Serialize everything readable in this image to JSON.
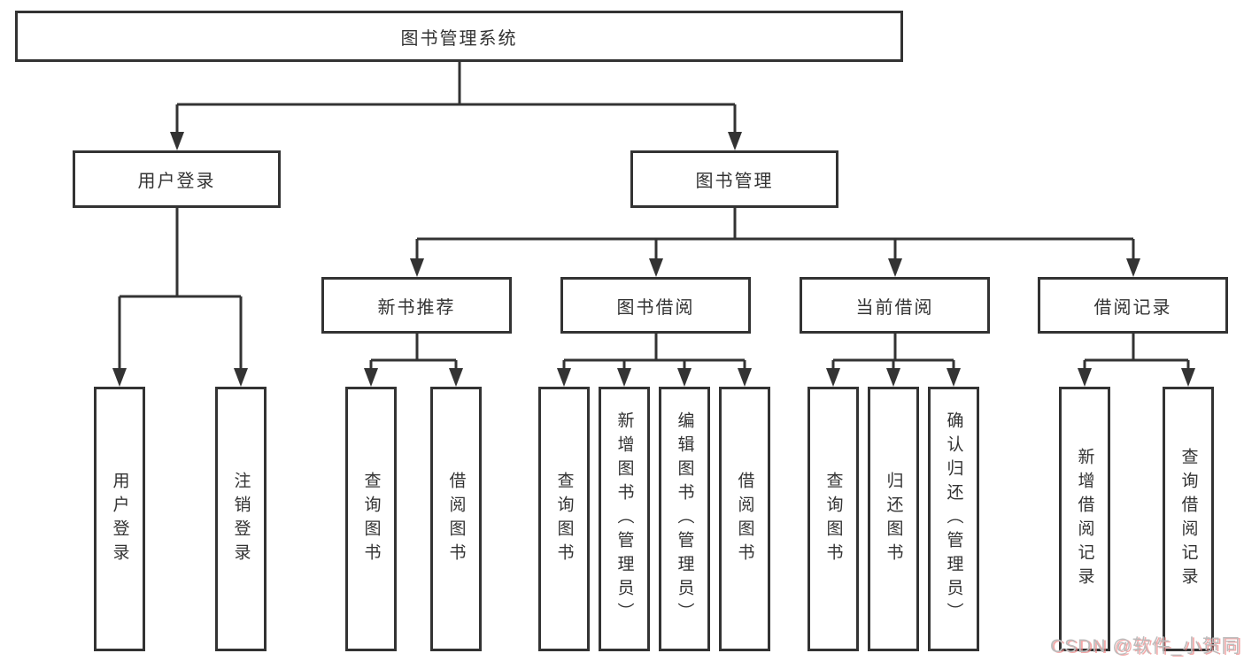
{
  "diagram": {
    "type": "tree-diagram",
    "title": "图书管理系统",
    "level2": [
      {
        "label": "用户登录"
      },
      {
        "label": "图书管理"
      }
    ],
    "level3": [
      {
        "label": "新书推荐",
        "parent": "图书管理"
      },
      {
        "label": "图书借阅",
        "parent": "图书管理"
      },
      {
        "label": "当前借阅",
        "parent": "图书管理"
      },
      {
        "label": "借阅记录",
        "parent": "图书管理"
      }
    ],
    "leaves": [
      {
        "label": "用户登录",
        "parent": "用户登录"
      },
      {
        "label": "注销登录",
        "parent": "用户登录"
      },
      {
        "label": "查询图书",
        "parent": "新书推荐"
      },
      {
        "label": "借阅图书",
        "parent": "新书推荐"
      },
      {
        "label": "查询图书",
        "parent": "图书借阅"
      },
      {
        "label": "新增图书（管理员）",
        "parent": "图书借阅"
      },
      {
        "label": "编辑图书（管理员）",
        "parent": "图书借阅"
      },
      {
        "label": "借阅图书",
        "parent": "图书借阅"
      },
      {
        "label": "查询图书",
        "parent": "当前借阅"
      },
      {
        "label": "归还图书",
        "parent": "当前借阅"
      },
      {
        "label": "确认归还（管理员）",
        "parent": "当前借阅"
      },
      {
        "label": "新增借阅记录",
        "parent": "借阅记录"
      },
      {
        "label": "查询借阅记录",
        "parent": "借阅记录"
      }
    ]
  },
  "watermark": {
    "text": "CSDN @软件_小贺同学"
  },
  "colors": {
    "background": "#ffffff",
    "line": "#333333",
    "box_border": "#333333",
    "box_fill": "#ffffff",
    "text": "#333333",
    "watermark_text": "#bcbcbc",
    "watermark_shadow": "#ee8686"
  }
}
